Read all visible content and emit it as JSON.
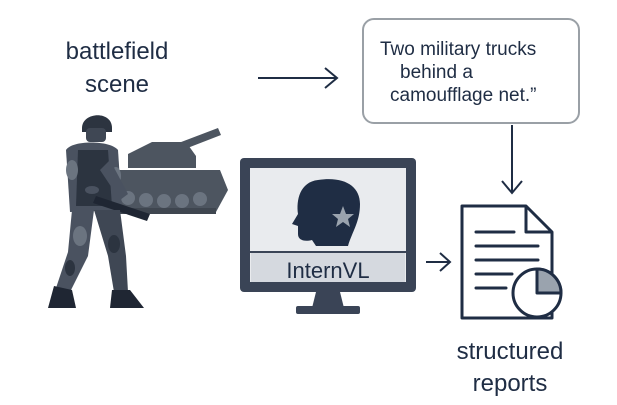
{
  "scene": {
    "label_line1": "battlefield",
    "label_line2": "scene"
  },
  "caption": {
    "line1": "Two military trucks",
    "line2": "behind a",
    "line3": "camoufflage net.”"
  },
  "model": {
    "name": "InternVL"
  },
  "output": {
    "label_line1": "structured",
    "label_line2": "reports"
  },
  "colors": {
    "navy": "#1f2d44",
    "monitor_screen": "#e9ebee",
    "monitor_frame": "#3a4456",
    "tank": "#4d5560",
    "camo_dark": "#2c3440",
    "camo_mid": "#4a5260",
    "camo_light": "#6b7480"
  }
}
